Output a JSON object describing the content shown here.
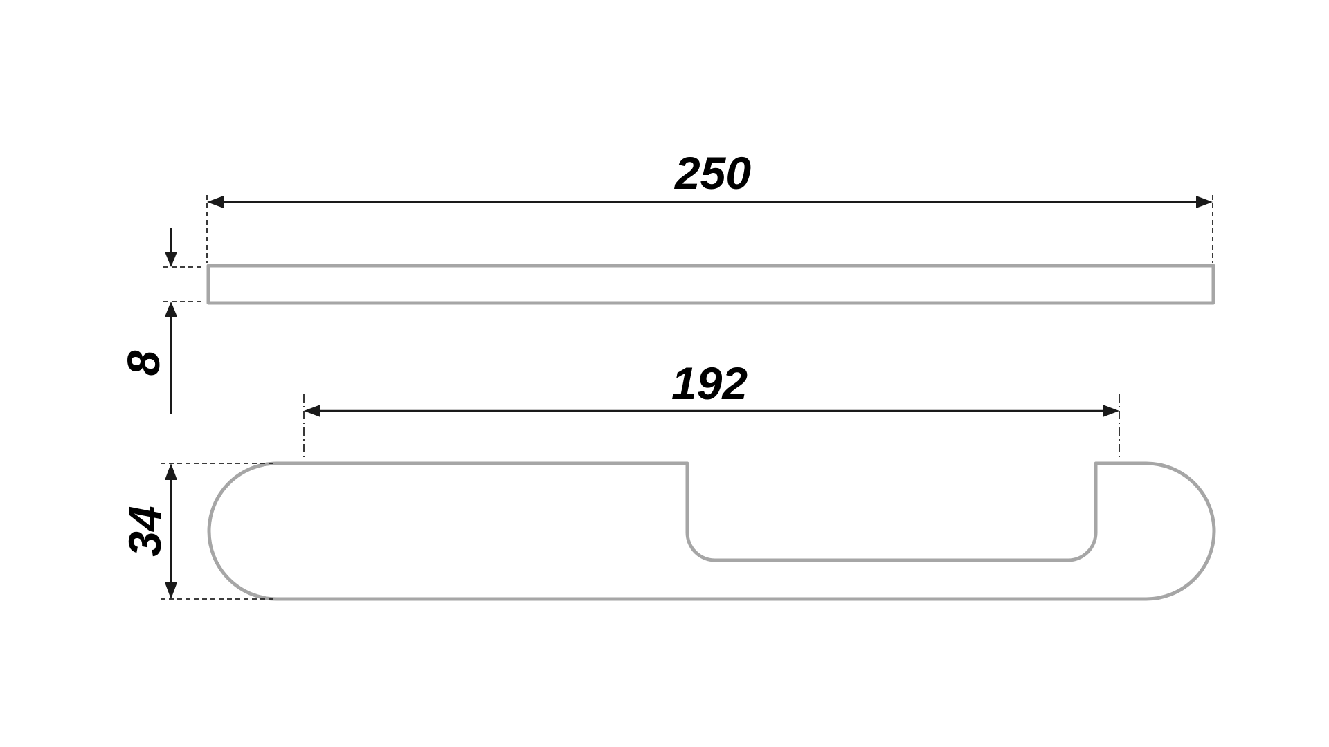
{
  "dimensions": {
    "overall_length": "250",
    "hole_spacing": "192",
    "thickness": "8",
    "height": "34"
  },
  "colors": {
    "background": "#ffffff",
    "outline": "#a6a6a6",
    "dimension_lines": "#1a1a1a",
    "text": "#000000"
  }
}
